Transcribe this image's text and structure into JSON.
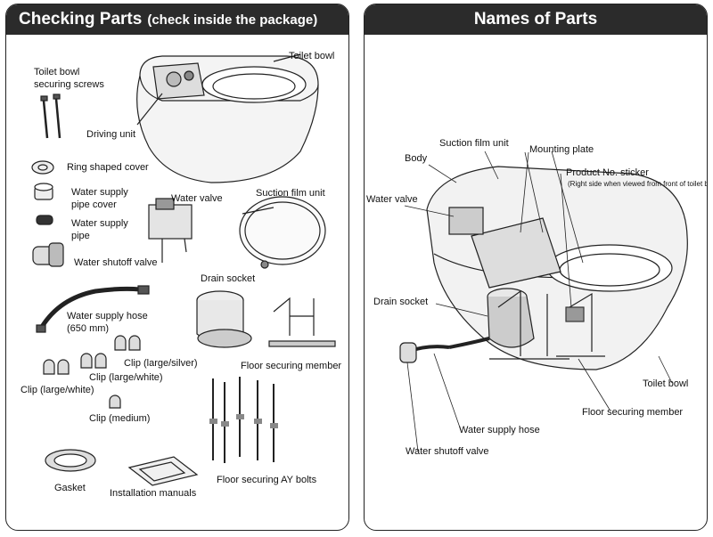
{
  "left_panel": {
    "title": "Checking Parts",
    "subtitle": "(check inside the package)",
    "labels": {
      "toilet_bowl": "Toilet bowl",
      "screws_line1": "Toilet bowl",
      "screws_line2": "securing screws",
      "driving_unit": "Driving unit",
      "ring_cover": "Ring shaped cover",
      "pipe_cover_line1": "Water supply",
      "pipe_cover_line2": "pipe cover",
      "pipe_line1": "Water supply",
      "pipe_line2": "pipe",
      "water_valve": "Water valve",
      "suction_film_unit": "Suction film unit",
      "shutoff_valve": "Water shutoff valve",
      "drain_socket": "Drain socket",
      "hose_line1": "Water supply hose",
      "hose_line2": "(650 mm)",
      "clip_large_silver": "Clip (large/silver)",
      "clip_large_white_1": "Clip (large/white)",
      "clip_large_white_2": "Clip (large/white)",
      "floor_securing_member": "Floor securing member",
      "clip_medium": "Clip (medium)",
      "gasket": "Gasket",
      "installation_manuals": "Installation manuals",
      "ay_bolts": "Floor securing AY bolts"
    }
  },
  "right_panel": {
    "title": "Names of Parts",
    "labels": {
      "suction_film_unit": "Suction film unit",
      "mounting_plate": "Mounting plate",
      "body": "Body",
      "product_sticker": "Product No. sticker",
      "sticker_note": "(Right side when viewed from front of toilet bowl)",
      "water_valve": "Water valve",
      "drain_socket": "Drain socket",
      "toilet_bowl": "Toilet bowl",
      "floor_securing_member": "Floor securing member",
      "water_supply_hose": "Water supply hose",
      "water_shutoff_valve": "Water shutoff valve"
    }
  }
}
